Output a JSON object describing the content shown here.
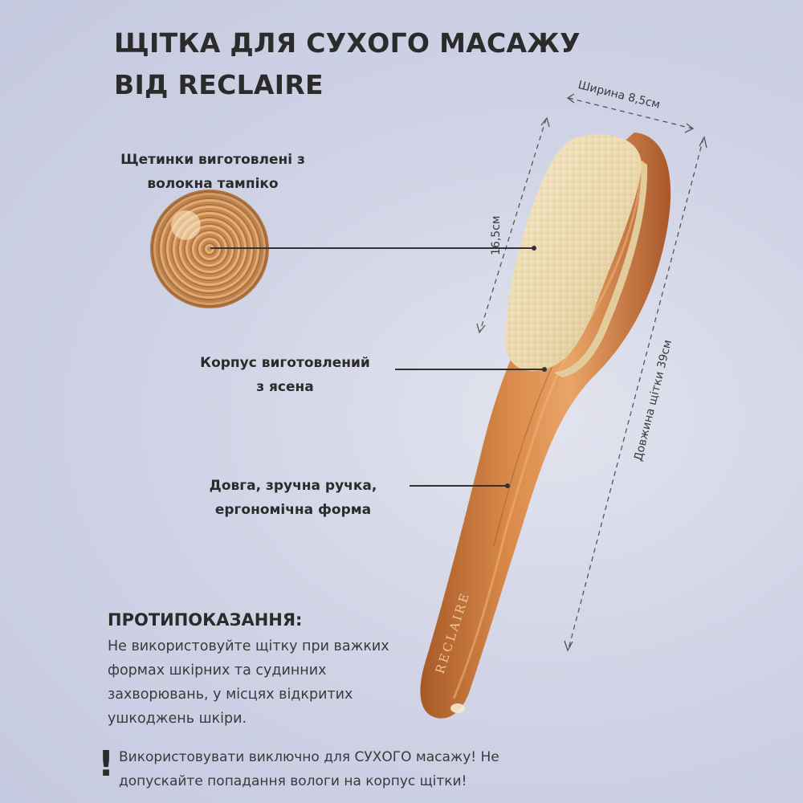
{
  "title": {
    "line1": "ЩІТКА ДЛЯ СУХОГО МАСАЖУ",
    "line2": "ВІД RECLAIRE"
  },
  "features": [
    {
      "line1": "Щетинки виготовлені з",
      "line2": "волокна тампіко"
    },
    {
      "line1": "Корпус виготовлений",
      "line2": "з ясена"
    },
    {
      "line1": "Довга, зручна ручка,",
      "line2": "ергономічна форма"
    }
  ],
  "dimensions": {
    "width": "Ширина 8,5см",
    "height": "16,5см",
    "length": "Довжина щітки 39см"
  },
  "brand_engraving": "RECLAIRE",
  "contraindications": {
    "title": "ПРОТИПОКАЗАННЯ:",
    "lines": [
      "Не використовуйте щітку при важких",
      "формах шкірних та судинних",
      "захворювань, у місцях відкритих",
      "ушкоджень шкіри."
    ]
  },
  "warning": {
    "mark": "!",
    "lines": [
      "Використовувати виключно для СУХОГО масажу! Не",
      "допускайте попадання вологи на корпус щітки!"
    ]
  },
  "colors": {
    "wood": "#c8763c",
    "bristles": "#ecdcb4",
    "background": "#d1d4e6",
    "text": "#2b2b2b"
  }
}
